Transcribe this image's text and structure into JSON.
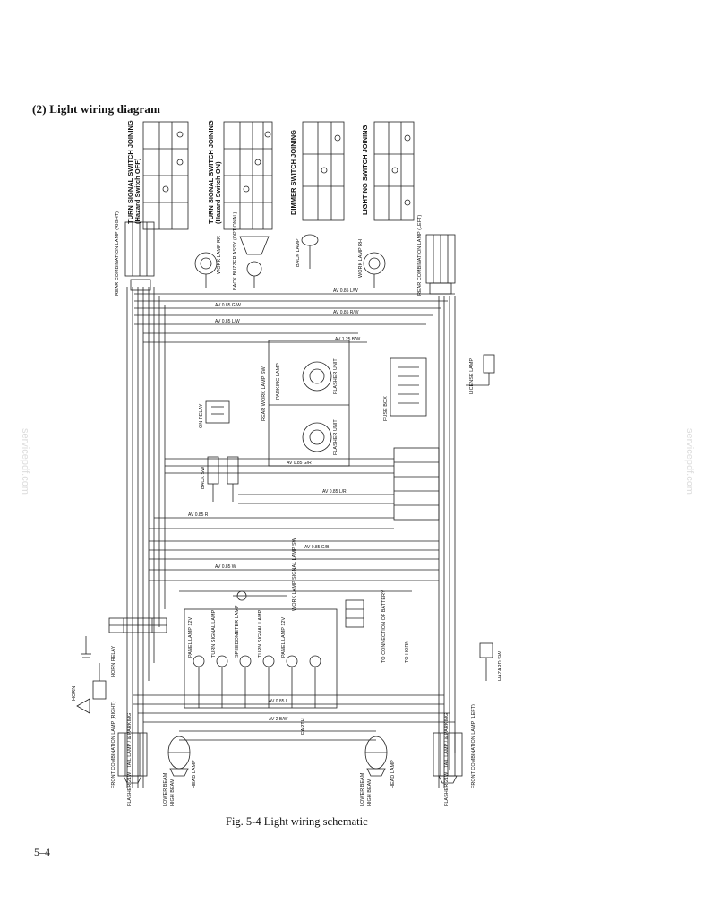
{
  "page": {
    "title": "(2)  Light wiring diagram",
    "caption": "Fig. 5-4  Light wiring schematic",
    "page_number": "5–4",
    "watermark": "servicepdf.com"
  },
  "tables": [
    {
      "label": "TURN SIGNAL SWITCH JOINING",
      "sublabel": "(Hazard Switch OFF)"
    },
    {
      "label": "TURN SIGNAL SWITCH JOINING",
      "sublabel": "(Hazard Switch ON)"
    },
    {
      "label": "DIMMER SWITCH JOINING",
      "sublabel": ""
    },
    {
      "label": "LIGHTING SWITCH JOINING",
      "sublabel": ""
    }
  ],
  "components": {
    "rear_combination_lamp_right": "REAR COMBINATION LAMP (RIGHT)",
    "rear_combination_lamp_left": "REAR COMBINATION LAMP (LEFT)",
    "work_lamp_rr": "WORK LAMP RR",
    "back_buzzer": "BACK BUZZER ASSY (OPTIONAL)",
    "back_lamp": "BACK LAMP",
    "work_lamp_rh": "WORK LAMP RH",
    "license_lamp": "LICENSE LAMP",
    "fuse_box": "FUSE BOX",
    "flasher_unit_1": "FLASHER UNIT",
    "flasher_unit_2": "FLASHER UNIT",
    "rear_work_lamp_sw": "REAR WORK LAMP SW",
    "parking_lamp": "PARKING LAMP",
    "lighting_relay": "ON RELAY",
    "back_sw": "BACK SW",
    "work_lamp_signal_sw": "WORK LAMP SIGNAL LAMP SW",
    "panel_lamp_1": "PANEL LAMP 12V",
    "turn_signal_lamp": "TURN SIGNAL LAMP",
    "speedometer_lamp": "SPEEDOMETER LAMP",
    "panel_lamp_2": "PANEL LAMP 12V",
    "turn_signal_lamp_2": "TURN SIGNAL LAMP",
    "horn_relay": "HORN RELAY",
    "horn": "HORN",
    "front_combination_lamp_right": "FRONT COMBINATION LAMP (RIGHT)",
    "front_combination_lamp_left": "FRONT COMBINATION LAMP (LEFT)",
    "head_lamp_right": "HEAD LAMP",
    "head_lamp_left": "HEAD LAMP",
    "lower_beam_r": "LOWER BEAM",
    "high_beam_r": "HIGH BEAM",
    "lower_beam_l": "LOWER BEAM",
    "high_beam_l": "HIGH BEAM",
    "flasher_tail_r": "FLASHER 21W / TAIL LAMP / & PARKING",
    "flasher_tail_l": "FLASHER 21W / TAIL LAMP / & PARKING",
    "hazard_sw": "HAZARD SW",
    "connection_b": "TO CONNECTION OF BATTERY",
    "earth_label": "EARTH",
    "to_horn": "TO HORN"
  },
  "wire_labels": [
    "AV 0.85 L/W",
    "AV 0.85 G/W",
    "AV 0.85 R/W",
    "AV 0.85 L/W",
    "AV 1.25 B/W",
    "AV 0.85 G/R",
    "AV 0.85 L/R",
    "AV 0.85 R",
    "AV 0.85 G/B",
    "AV 0.85 W",
    "AV 0.85 L",
    "AV 2 B/W"
  ]
}
